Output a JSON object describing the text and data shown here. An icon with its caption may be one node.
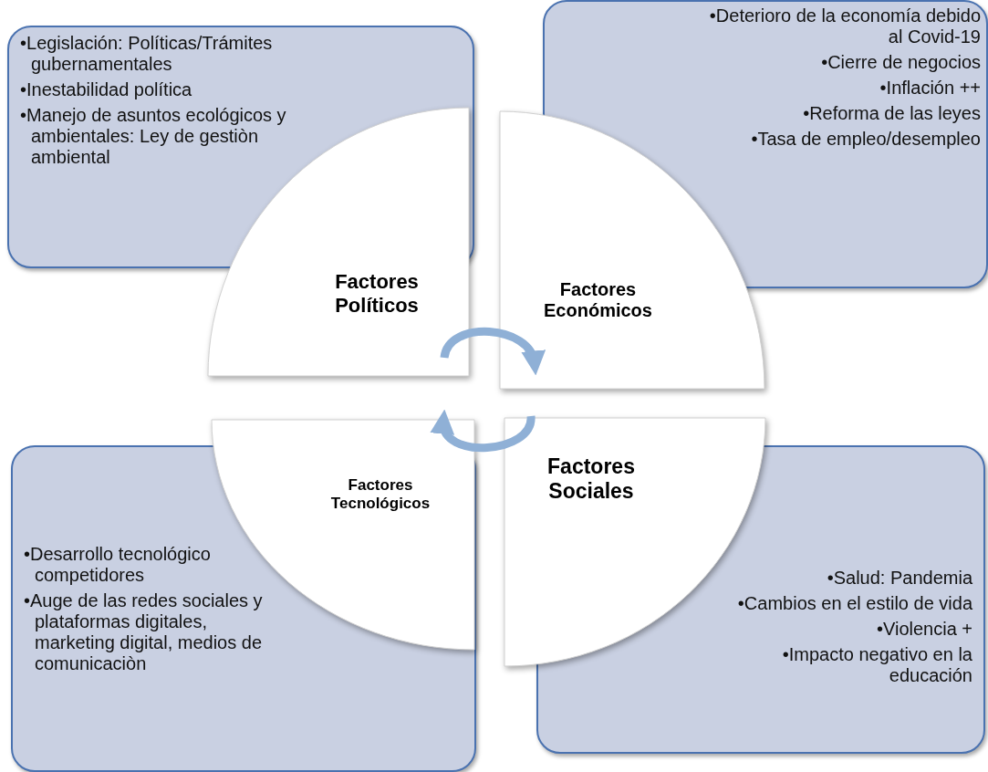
{
  "diagram": {
    "nodes": [
      {
        "text": [
          "•Legislación: Políticas/Trámites gubernamentales",
          "•Inestabilidad política",
          "•Manejo de asuntos ecológicos y ambientales: Ley de gestiòn ambiental"
        ]
      },
      {
        "text": [
          "•Deterioro de la economía debido al Covid-19",
          "•Cierre de negocios",
          "•Inflación ++",
          "•Reforma de las leyes",
          "•Tasa de empleo/desempleo"
        ]
      },
      {
        "text": [
          "Factores Políticos"
        ]
      },
      {
        "text": [
          "Factores Económicos"
        ]
      },
      {
        "text": [
          "Factores Tecnológicos"
        ]
      },
      {
        "text": [
          "Factores Sociales"
        ]
      },
      {
        "text": [
          "•Desarrollo tecnológico competidores",
          "•Auge de las redes sociales y plataformas digitales, marketing digital, medios de comunicaciòn"
        ]
      },
      {
        "text": [
          "•Salud: Pandemia",
          "•Cambios en el estilo de vida",
          "•Violencia +",
          "•Impacto negativo en la educación"
        ]
      }
    ],
    "edges": [
      {
        "from": 2,
        "to": 3,
        "arrow": "to"
      },
      {
        "from": 5,
        "to": 4,
        "arrow": "to"
      }
    ]
  }
}
